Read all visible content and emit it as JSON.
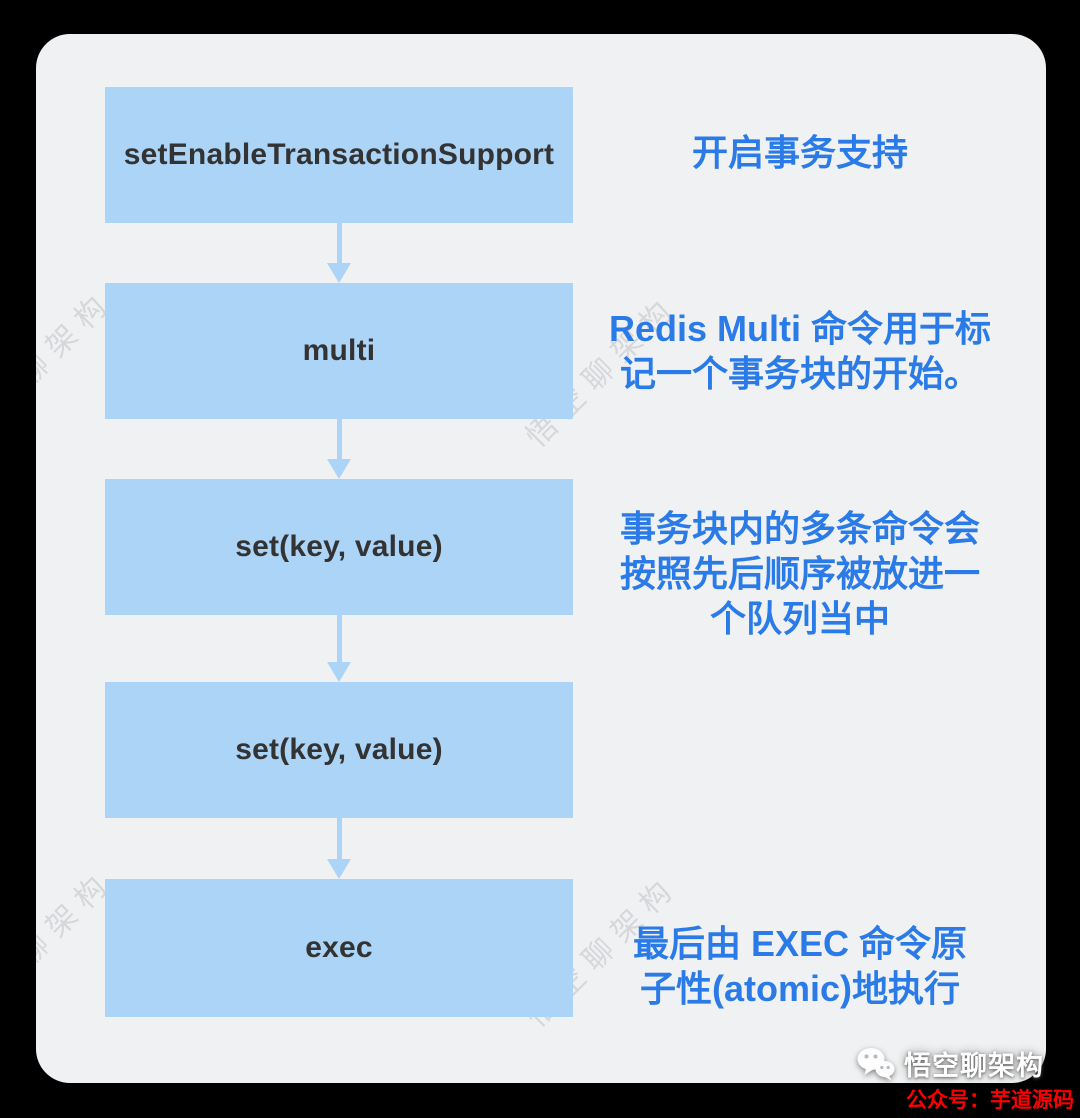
{
  "page": {
    "background": "#000000",
    "card_background": "#f0f1f2"
  },
  "colors": {
    "step_fill": "#acd4f7",
    "step_text": "#333333",
    "annotation_text": "#2a7be8",
    "arrow": "#acd4f7",
    "watermark_gray": "#c9ccd0",
    "brand_text": "#ffffff",
    "caption_red": "#fb0000"
  },
  "flow": {
    "steps": [
      {
        "label": "setEnableTransactionSupport"
      },
      {
        "label": "multi"
      },
      {
        "label": "set(key, value)"
      },
      {
        "label": "set(key, value)"
      },
      {
        "label": "exec"
      }
    ]
  },
  "annotations": [
    {
      "lines": [
        "开启事务支持"
      ]
    },
    {
      "lines": [
        "Redis Multi 命令用于标",
        "记一个事务块的开始。"
      ]
    },
    {
      "lines": [
        "事务块内的多条命令会",
        "按照先后顺序被放进一",
        "个队列当中"
      ]
    },
    {
      "lines": [
        "最后由 EXEC 命令原",
        "子性(atomic)地执行"
      ]
    }
  ],
  "watermark": {
    "text": "悟空聊架构"
  },
  "footer": {
    "brand": "悟空聊架构",
    "caption": "公众号：芋道源码",
    "icon": "wechat-logo"
  }
}
